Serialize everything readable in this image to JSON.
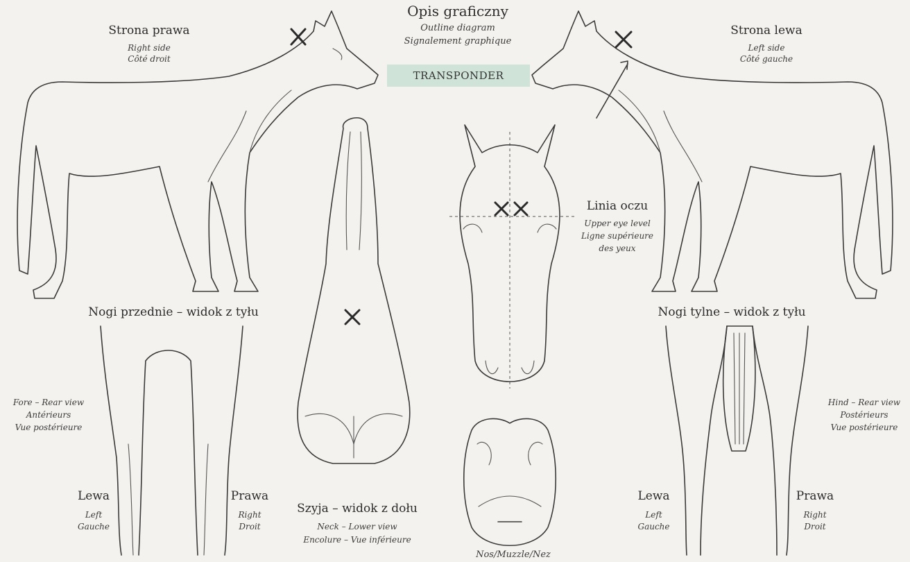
{
  "header": {
    "title": "Opis graficzny",
    "subtitle_en": "Outline diagram",
    "subtitle_fr": "Signalement graphique",
    "transponder": "TRANSPONDER"
  },
  "right_side": {
    "pl": "Strona prawa",
    "en": "Right side",
    "fr": "Côté droit"
  },
  "left_side": {
    "pl": "Strona lewa",
    "en": "Left side",
    "fr": "Côté gauche"
  },
  "fore_legs": {
    "title": "Nogi przednie – widok z tyłu",
    "en": "Fore – Rear view",
    "fr1": "Antérieurs",
    "fr2": "Vue postérieure",
    "left": {
      "pl": "Lewa",
      "en": "Left",
      "fr": "Gauche"
    },
    "right": {
      "pl": "Prawa",
      "en": "Right",
      "fr": "Droit"
    }
  },
  "hind_legs": {
    "title": "Nogi tylne – widok z tyłu",
    "en": "Hind – Rear view",
    "fr1": "Postérieurs",
    "fr2": "Vue postérieure",
    "left": {
      "pl": "Lewa",
      "en": "Left",
      "fr": "Gauche"
    },
    "right": {
      "pl": "Prawa",
      "en": "Right",
      "fr": "Droit"
    }
  },
  "neck": {
    "pl": "Szyja – widok z dołu",
    "en": "Neck – Lower view",
    "fr": "Encolure – Vue inférieure"
  },
  "eye_line": {
    "pl": "Linia oczu",
    "en": "Upper eye level",
    "fr1": "Ligne supérieure",
    "fr2": "des yeux"
  },
  "muzzle": {
    "label": "Nos/Muzzle/Nez"
  }
}
